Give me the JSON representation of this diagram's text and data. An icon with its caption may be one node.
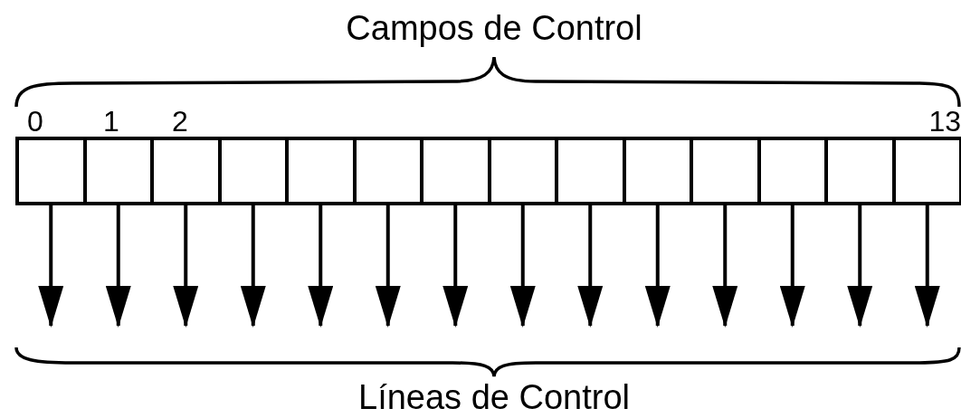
{
  "diagram": {
    "nodes": [
      {
        "text": [],
        "shape": "box"
      },
      {
        "text": [],
        "shape": "box"
      },
      {
        "text": [],
        "shape": "box"
      },
      {
        "text": [],
        "shape": "box"
      },
      {
        "text": [],
        "shape": "box"
      },
      {
        "text": [],
        "shape": "box"
      },
      {
        "text": [],
        "shape": "box"
      },
      {
        "text": [],
        "shape": "box"
      },
      {
        "text": [],
        "shape": "box"
      },
      {
        "text": [],
        "shape": "box"
      },
      {
        "text": [],
        "shape": "box"
      },
      {
        "text": [],
        "shape": "box"
      },
      {
        "text": [],
        "shape": "box"
      },
      {
        "text": [],
        "shape": "box"
      }
    ],
    "edges": [
      {
        "from": 0,
        "to": null,
        "arrow": "to"
      },
      {
        "from": 1,
        "to": null,
        "arrow": "to"
      },
      {
        "from": 2,
        "to": null,
        "arrow": "to"
      },
      {
        "from": 3,
        "to": null,
        "arrow": "to"
      },
      {
        "from": 4,
        "to": null,
        "arrow": "to"
      },
      {
        "from": 5,
        "to": null,
        "arrow": "to"
      },
      {
        "from": 6,
        "to": null,
        "arrow": "to"
      },
      {
        "from": 7,
        "to": null,
        "arrow": "to"
      },
      {
        "from": 8,
        "to": null,
        "arrow": "to"
      },
      {
        "from": 9,
        "to": null,
        "arrow": "to"
      },
      {
        "from": 10,
        "to": null,
        "arrow": "to"
      },
      {
        "from": 11,
        "to": null,
        "arrow": "to"
      },
      {
        "from": 12,
        "to": null,
        "arrow": "to"
      },
      {
        "from": 13,
        "to": null,
        "arrow": "to"
      }
    ],
    "labels": [
      "Campos de Control",
      "0",
      "1",
      "2",
      "13",
      "Líneas de Control"
    ]
  }
}
